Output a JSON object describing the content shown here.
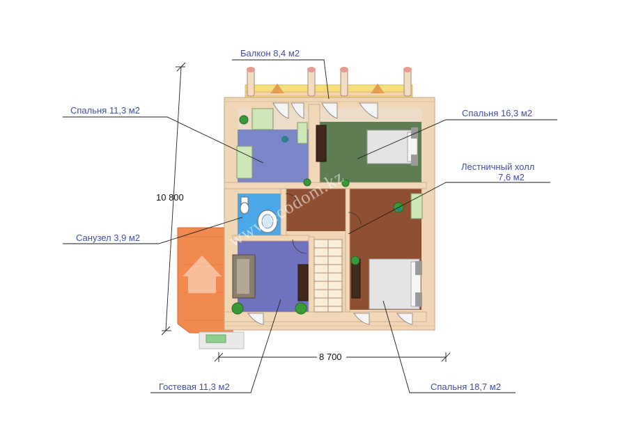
{
  "labels": {
    "balcony": "Балкон 8,4 м2",
    "bedroom_11": "Спальня 11,3 м2",
    "bedroom_16": "Спальня 16,3 м2",
    "hall_line1": "Лестничный холл",
    "hall_line2": "7,6 м2",
    "bathroom": "Санузел 3,9 м2",
    "guest": "Гостевая 11,3 м2",
    "bedroom_18": "Спальня 18,7 м2"
  },
  "dimensions": {
    "height": "10 800",
    "width": "8 700"
  },
  "watermark": "www.ecodom.kz",
  "colors": {
    "label_text": "#3f4fa8",
    "wood_wall": "#efd6b4",
    "blue_room": "#7b86c8",
    "green_room": "#5e7d53",
    "brown_room": "#8f4f32",
    "bath_blue": "#4aa7e8",
    "guest_blue": "#6f73bd",
    "roof_orange": "#f2894f",
    "balcony_floor": "#f5df7a"
  }
}
